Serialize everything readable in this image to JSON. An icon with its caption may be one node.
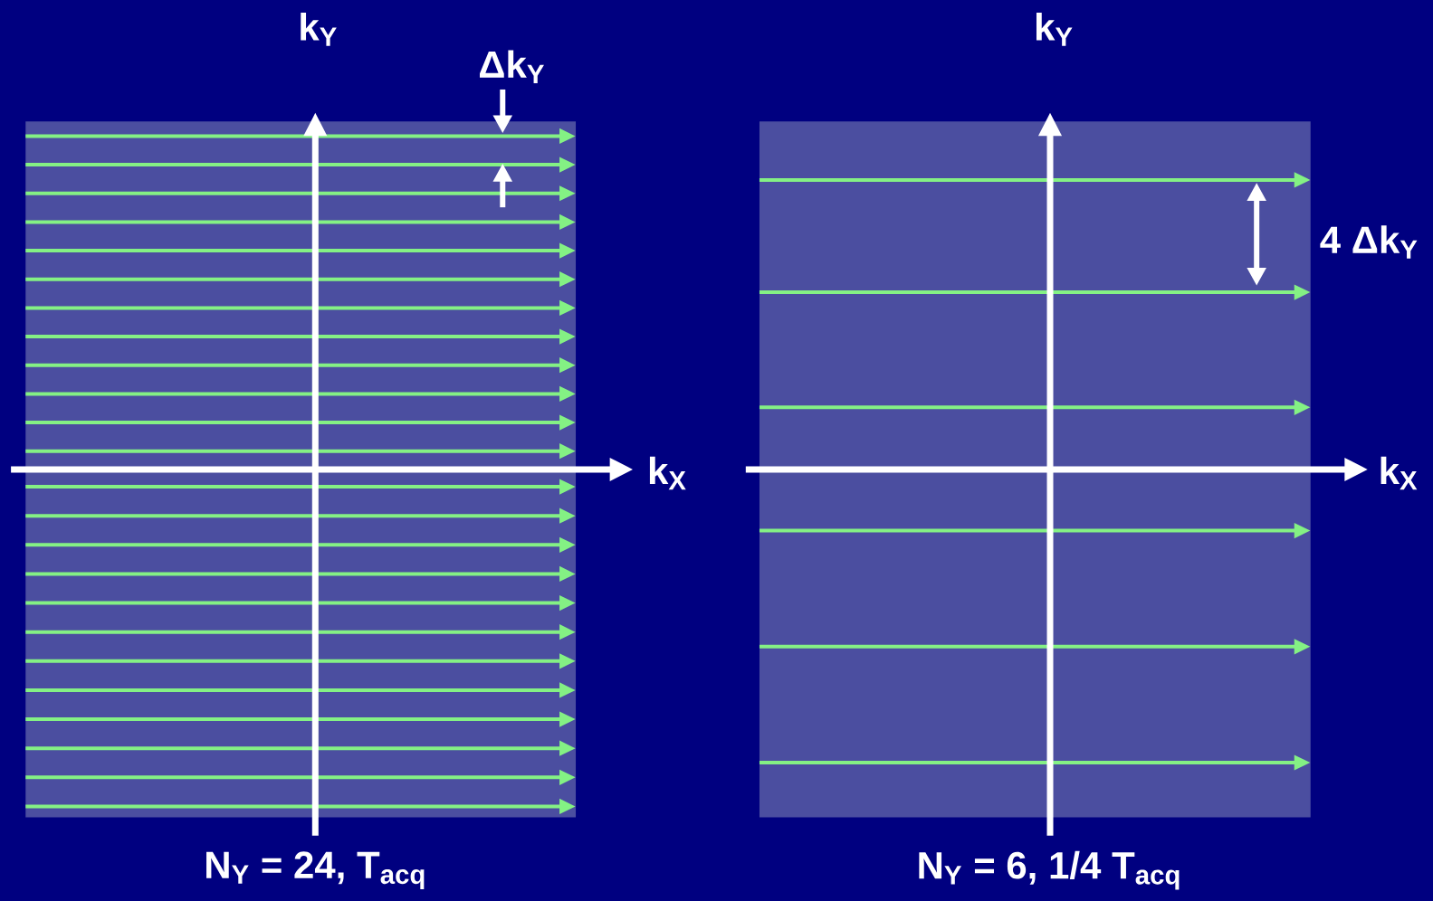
{
  "diagram": {
    "labels": [
      "k$_{Y}$",
      "Δk$_{Y}$",
      "k$_{X}$",
      "N$_{Y}$ = 24, T$_{acq}$",
      "k$_{Y}$",
      "4 Δk$_{Y}$",
      "k$_{X}$",
      "N$_{Y}$ = 6, 1/4 T$_{acq}$"
    ]
  }
}
